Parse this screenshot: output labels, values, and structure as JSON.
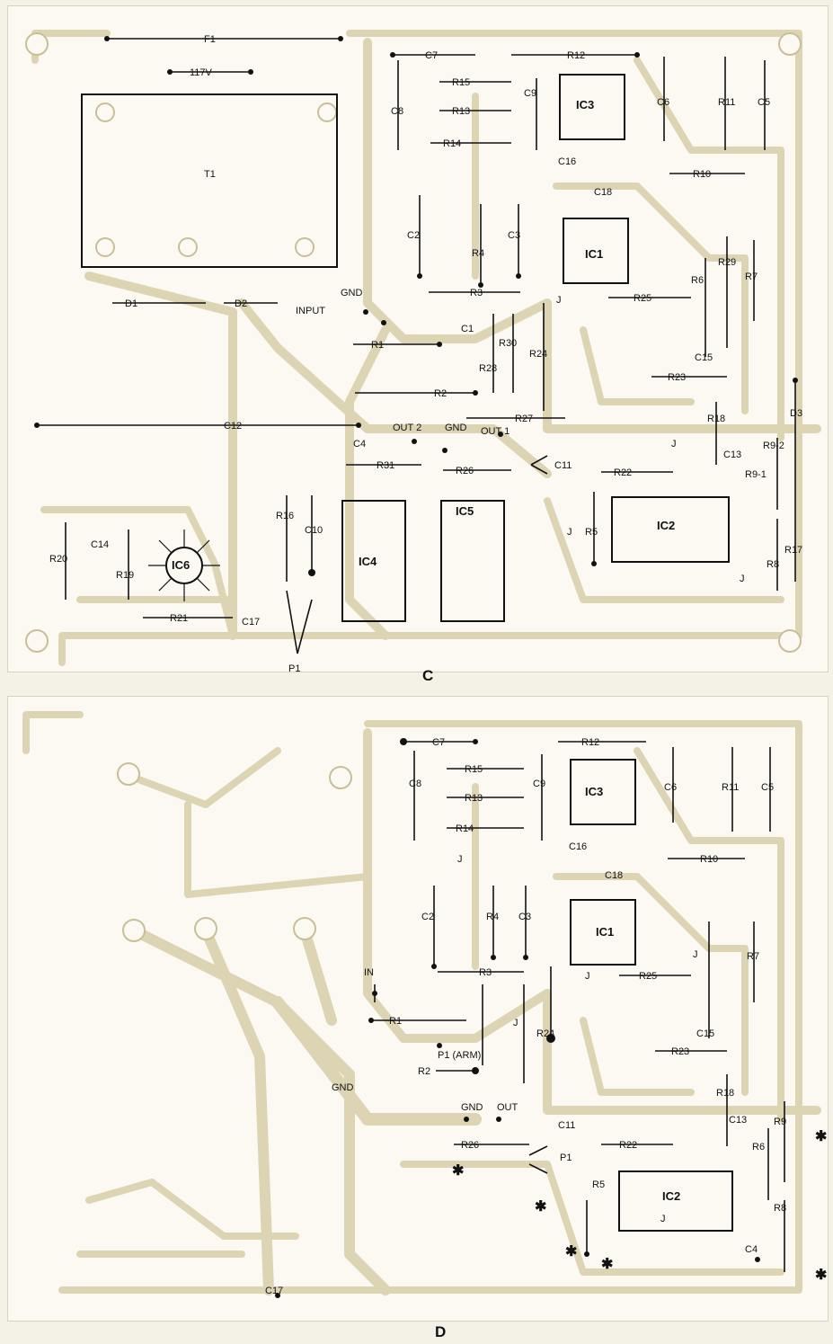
{
  "figure": {
    "caption_c": "C",
    "caption_d": "D"
  },
  "board_c": {
    "labels": [
      "F1",
      "117V",
      "T1",
      "D1",
      "D2",
      "GND",
      "INPUT",
      "R1",
      "C12",
      "C4",
      "OUT 2",
      "GND",
      "OUT 1",
      "R31",
      "R26",
      "C11",
      "R16",
      "C10",
      "IC4",
      "IC5",
      "R20",
      "C14",
      "R19",
      "IC6",
      "R21",
      "C17",
      "P1",
      "C7",
      "R12",
      "R15",
      "C9",
      "IC3",
      "C6",
      "R11",
      "C5",
      "C8",
      "R13",
      "R14",
      "C16",
      "R10",
      "C18",
      "C2",
      "C3",
      "R4",
      "IC1",
      "R29",
      "R6",
      "R7",
      "R3",
      "R25",
      "J",
      "C1",
      "R30",
      "R24",
      "R28",
      "C15",
      "R23",
      "R2",
      "R27",
      "R18",
      "D3",
      "C13",
      "R9-2",
      "R22",
      "R9-1",
      "J",
      "IC2",
      "R5",
      "J",
      "R17",
      "R8",
      "J"
    ]
  },
  "board_d": {
    "labels": [
      "C7",
      "R12",
      "R15",
      "C9",
      "IC3",
      "C6",
      "R11",
      "C5",
      "C8",
      "R13",
      "R14",
      "C16",
      "R10",
      "J",
      "C18",
      "C2",
      "R4",
      "C3",
      "IC1",
      "R7",
      "J",
      "R3",
      "R25",
      "J",
      "IN",
      "R1",
      "J",
      "R24",
      "C15",
      "R23",
      "P1 (ARM)",
      "R2",
      "GND",
      "R18",
      "GND",
      "OUT",
      "C11",
      "C13",
      "R9",
      "R22",
      "R26",
      "P1",
      "R6",
      "R5",
      "IC2",
      "J",
      "R8",
      "C4",
      "C17"
    ]
  }
}
